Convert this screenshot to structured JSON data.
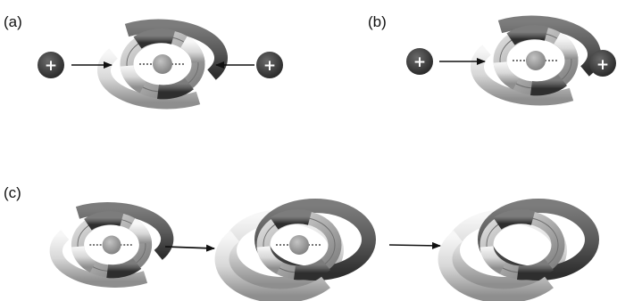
{
  "panels": {
    "a": {
      "label": "(a)"
    },
    "b": {
      "label": "(b)"
    },
    "c": {
      "label": "(c)"
    }
  },
  "charge_symbol": "+",
  "colors": {
    "ring_light": "#e6e6e6",
    "ring_mid": "#a9a9a9",
    "ring_dark": "#5a5a5a",
    "ring_darkest": "#3a3a3a",
    "ion": "#3d3d3d",
    "center_ball": "#9b9b9b",
    "arrow": "#111111"
  }
}
